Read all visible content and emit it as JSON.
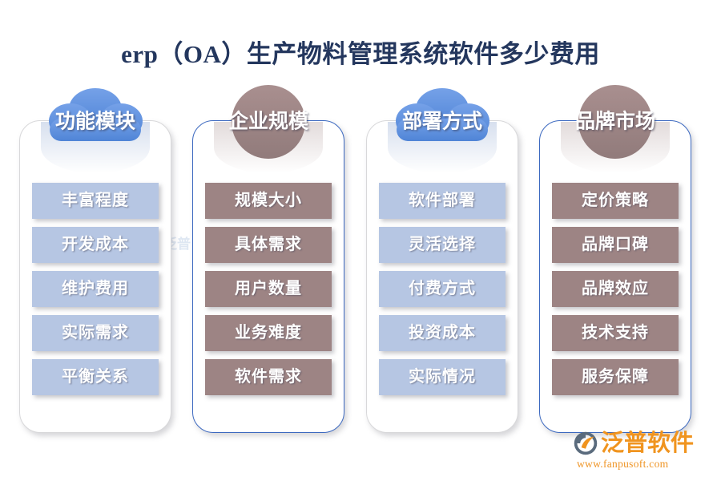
{
  "title": "erp（OA）生产物料管理系统软件多少费用",
  "watermark": {
    "text": "泛普",
    "mark_icon": "circle-logo-icon"
  },
  "columns": [
    {
      "header": "功能模块",
      "header_shape": "cloud",
      "header_color": "#5b8ede",
      "card_border_color": "#d8d8da",
      "item_color": "#b6c6e3",
      "items": [
        "丰富程度",
        "开发成本",
        "维护费用",
        "实际需求",
        "平衡关系"
      ]
    },
    {
      "header": "企业规模",
      "header_shape": "circle",
      "header_color": "#9d8484",
      "card_border_color": "#3c69c0",
      "item_color": "#9d8484",
      "items": [
        "规模大小",
        "具体需求",
        "用户数量",
        "业务难度",
        "软件需求"
      ]
    },
    {
      "header": "部署方式",
      "header_shape": "cloud",
      "header_color": "#5b8ede",
      "card_border_color": "#d8d8da",
      "item_color": "#b6c6e3",
      "items": [
        "软件部署",
        "灵活选择",
        "付费方式",
        "投资成本",
        "实际情况"
      ]
    },
    {
      "header": "品牌市场",
      "header_shape": "circle",
      "header_color": "#9d8484",
      "card_border_color": "#3c69c0",
      "item_color": "#9d8484",
      "items": [
        "定价策略",
        "品牌口碑",
        "品牌效应",
        "技术支持",
        "服务保障"
      ]
    }
  ],
  "logo": {
    "name": "泛普软件",
    "url": "www.fanpusoft.com",
    "mark_icon": "fanpu-swoosh-icon",
    "accent_color": "#f0941f"
  }
}
